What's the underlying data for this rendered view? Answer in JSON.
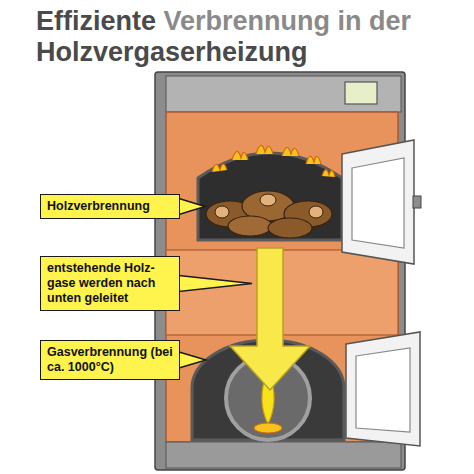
{
  "diagram": {
    "title": "Effiziente Verbrennung in der Holzvergaserheizung",
    "nodes": [
      {
        "text": [
          "Holzverbrennung"
        ]
      },
      {
        "text": [
          "entstehende Holz- gase werden nach unten geleitet"
        ]
      },
      {
        "text": [
          "Gasverbrennung (bei ca. 1000°C)"
        ]
      }
    ]
  }
}
